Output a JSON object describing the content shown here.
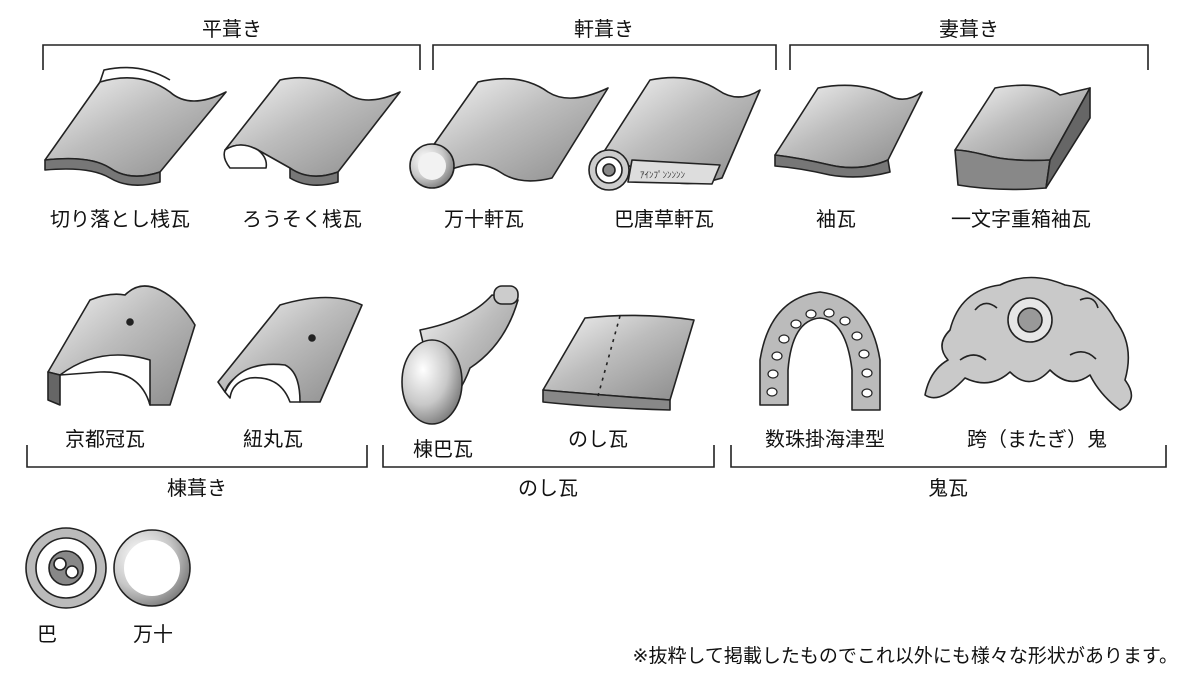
{
  "groups": {
    "hirabuki": "平葺き",
    "nokibuki": "軒葺き",
    "tsumabuki": "妻葺き",
    "munabuki": "棟葺き",
    "noshi": "のし瓦",
    "oni": "鬼瓦"
  },
  "tiles": {
    "kiriotoshi": "切り落とし桟瓦",
    "rousoku": "ろうそく桟瓦",
    "manju_noki": "万十軒瓦",
    "tomoe_karakusa": "巴唐草軒瓦",
    "sode": "袖瓦",
    "ichimonji": "一文字重箱袖瓦",
    "kyoto_kanmuri": "京都冠瓦",
    "himo_maru": "紐丸瓦",
    "mune_tomoe": "棟巴瓦",
    "noshi": "のし瓦",
    "juzukake": "数珠掛海津型",
    "matagi": "跨（またぎ）鬼",
    "tomoe": "巴",
    "manju": "万十"
  },
  "note": "※抜粋して掲載したものでこれ以外にも様々な形状があります。"
}
